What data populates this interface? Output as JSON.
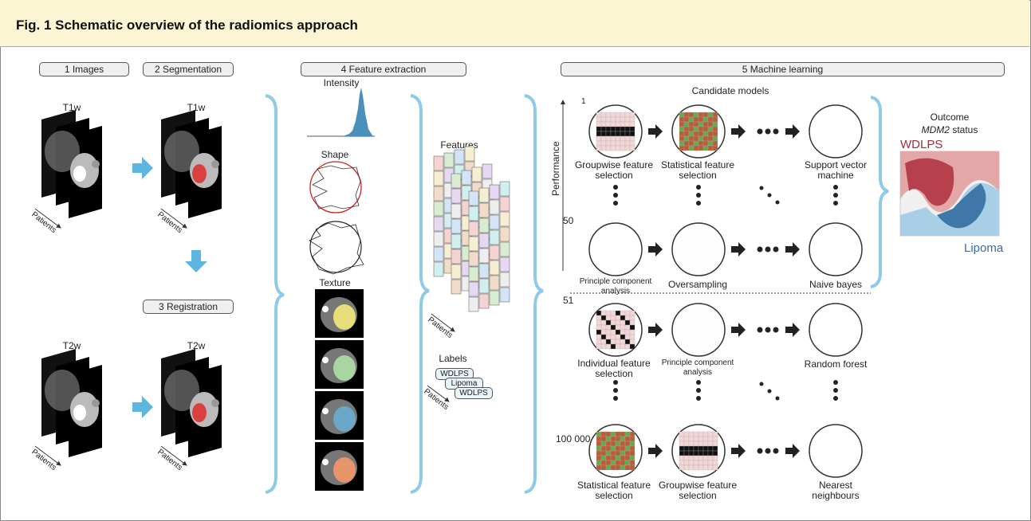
{
  "title": "Fig. 1 Schematic overview of the radiomics approach",
  "steps": {
    "images": "1 Images",
    "segmentation": "2 Segmentation",
    "registration": "3 Registration",
    "feature_extraction": "4 Feature extraction",
    "machine_learning": "5 Machine learning"
  },
  "scan_labels": {
    "t1w_a": "T1w",
    "t1w_b": "T1w",
    "t2w_a": "T2w",
    "t2w_b": "T2w",
    "patients": "Patients"
  },
  "feature_types": {
    "intensity": "Intensity",
    "shape": "Shape",
    "texture": "Texture"
  },
  "features": {
    "title": "Features",
    "patients": "Patients"
  },
  "labels": {
    "title": "Labels",
    "items": [
      "WDLPS",
      "Lipoma",
      "WDLPS"
    ],
    "patients": "Patients"
  },
  "ml": {
    "candidate_models": "Candidate models",
    "performance": "Performance",
    "row_numbers": [
      "1",
      "50",
      "51",
      "100 000"
    ],
    "row1": [
      "Groupwise feature selection",
      "Statistical feature selection",
      "Support vector machine"
    ],
    "row2": [
      "Principle component analysis",
      "Oversampling",
      "Naive bayes"
    ],
    "row3": [
      "Individual feature selection",
      "Principle component analysis",
      "Random forest"
    ],
    "row4": [
      "Statistical feature selection",
      "Groupwise feature selection",
      "Nearest neighbours"
    ]
  },
  "outcome": {
    "title": "Outcome",
    "status_em": "MDM2",
    "status_rest": "status",
    "class_a": "WDLPS",
    "class_b": "Lipoma"
  },
  "colors": {
    "title_bg": "#fbf5d3",
    "brace": "#8fcbe6",
    "arrow": "#5cb6e0",
    "wdlps": "#9b2d40",
    "lipoma": "#3b6e9c"
  }
}
